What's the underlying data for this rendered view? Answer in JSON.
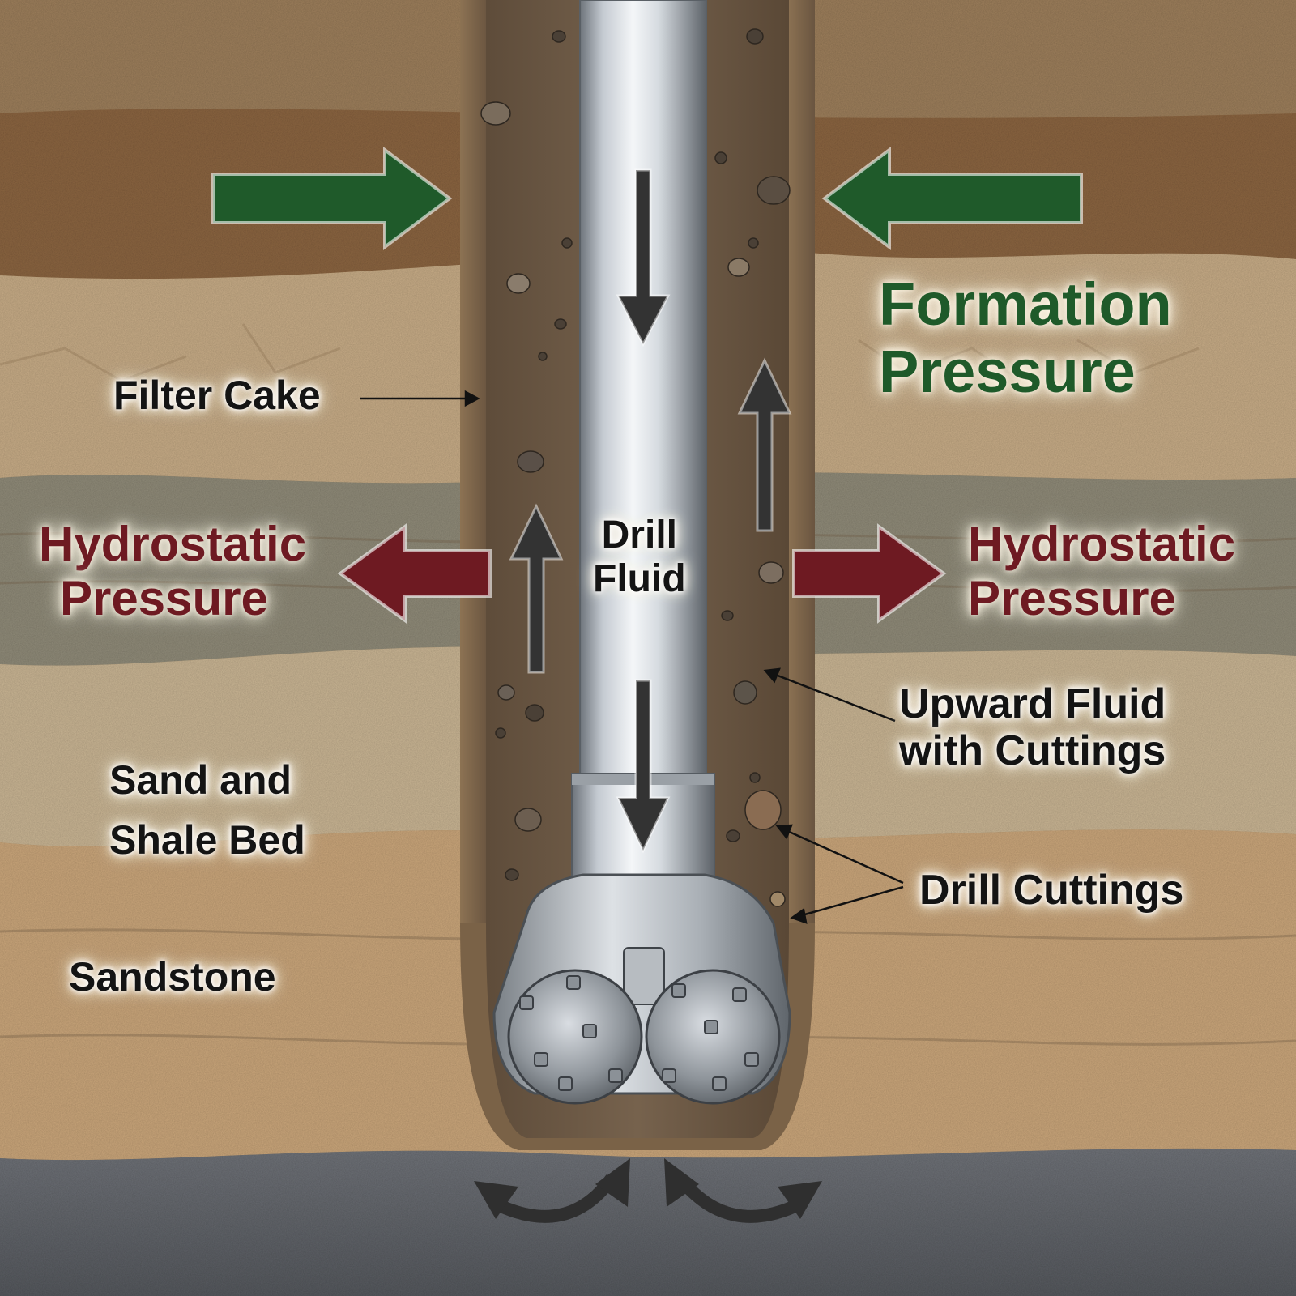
{
  "labels": {
    "filter_cake": "Filter Cake",
    "formation_pressure": [
      "Formation",
      "Pressure"
    ],
    "hydrostatic_left": [
      "Hydrostatic",
      "Pressure"
    ],
    "hydrostatic_right": [
      "Hydrostatic",
      "Pressure"
    ],
    "drill_fluid": [
      "Drill",
      "Fluid"
    ],
    "upward_fluid": [
      "Upward Fluid",
      "with Cuttings"
    ],
    "sand_shale": [
      "Sand and",
      "Shale Bed"
    ],
    "drill_cuttings": "Drill Cuttings",
    "sandstone": "Sandstone"
  },
  "colors": {
    "formation_arrow": "#1f5a2a",
    "hydrostatic_arrow": "#6e1a22",
    "flow_arrow": "#333333",
    "mud": "#6e5a45",
    "pipe": "#cfd5dc"
  },
  "icons": {
    "drill_bit": "tricone-drill-bit-icon",
    "pipe": "drill-pipe"
  }
}
